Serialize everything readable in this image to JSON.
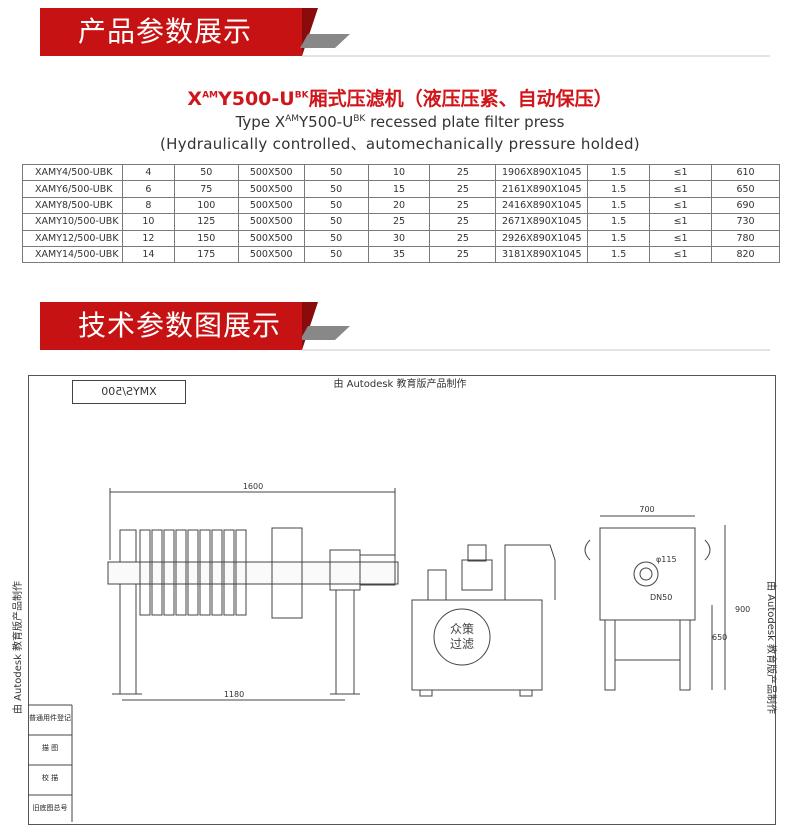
{
  "banners": {
    "params_title": "产品参数展示",
    "drawing_title": "技术参数图展示"
  },
  "heading": {
    "model_main": "X",
    "model_super": "AM",
    "model_mid": "Y500-U",
    "model_super2": "BK",
    "model_rest": "厢式压滤机（液压压紧、自动保压）",
    "type_prefix": "Type X",
    "type_super": "AM",
    "type_mid": "Y500-U",
    "type_super2": "BK",
    "type_rest": "recessed plate filter press",
    "english": "(Hydraulically controlled、automechanically pressure holded)"
  },
  "spec_table": {
    "rows": [
      [
        "XAMY4/500-UBK",
        "4",
        "50",
        "500X500",
        "50",
        "10",
        "25",
        "1906X890X1045",
        "1.5",
        "≤1",
        "610"
      ],
      [
        "XAMY6/500-UBK",
        "6",
        "75",
        "500X500",
        "50",
        "15",
        "25",
        "2161X890X1045",
        "1.5",
        "≤1",
        "650"
      ],
      [
        "XAMY8/500-UBK",
        "8",
        "100",
        "500X500",
        "50",
        "20",
        "25",
        "2416X890X1045",
        "1.5",
        "≤1",
        "690"
      ],
      [
        "XAMY10/500-UBK",
        "10",
        "125",
        "500X500",
        "50",
        "25",
        "25",
        "2671X890X1045",
        "1.5",
        "≤1",
        "730"
      ],
      [
        "XAMY12/500-UBK",
        "12",
        "150",
        "500X500",
        "50",
        "30",
        "25",
        "2926X890X1045",
        "1.5",
        "≤1",
        "780"
      ],
      [
        "XAMY14/500-UBK",
        "14",
        "175",
        "500X500",
        "50",
        "35",
        "25",
        "3181X890X1045",
        "1.5",
        "≤1",
        "820"
      ]
    ]
  },
  "drawing": {
    "frame_title": "由 Autodesk 教育版产品制作",
    "side_left_text": "由 Autodesk 教育版产品制作",
    "side_right_text": "由 Autodesk 教育版产品制作",
    "stamp": "XMYS/500",
    "dim_length": "1600",
    "dim_base": "1180",
    "dim_width": "700",
    "dim_height": "900",
    "dim_height2": "650",
    "dim_dia": "φ115",
    "dim_dn": "DN50",
    "logo_line1": "众策",
    "logo_line2": "过滤",
    "title_block": [
      "普通用件登记",
      "描 图",
      "校 描",
      "旧底图总号"
    ]
  },
  "colors": {
    "banner_red": "#c61212",
    "title_red": "#d0161b"
  }
}
